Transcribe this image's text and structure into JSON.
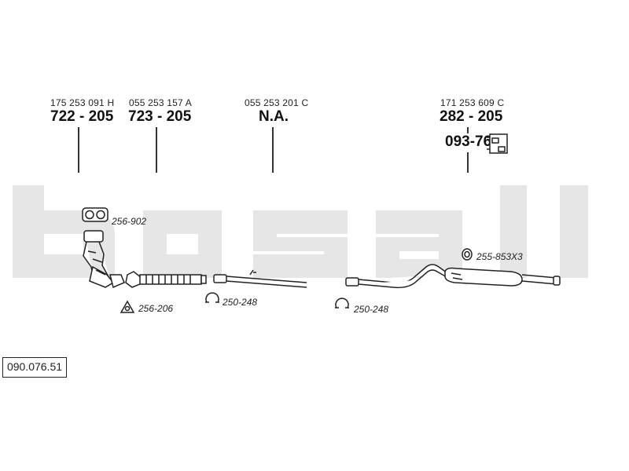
{
  "watermark": {
    "text": "bosal",
    "color": "#e6e6e6"
  },
  "parts": [
    {
      "oem": "175 253 091 H",
      "number": "722 - 205"
    },
    {
      "oem": "055 253 157 A",
      "number": "723 - 205"
    },
    {
      "oem": "055 253 201 C",
      "number": "N.A."
    },
    {
      "oem": "171 253 609 C",
      "number": "282 - 205"
    }
  ],
  "mount_part": {
    "number": "093-765",
    "icon": "rubber-mount-icon"
  },
  "accessories": [
    {
      "code": "256-902",
      "icon": "gasket-icon"
    },
    {
      "code": "256-206",
      "icon": "triangle-gasket-icon"
    },
    {
      "code": "250-248",
      "icon": "clamp-icon"
    },
    {
      "code": "250-248",
      "icon": "clamp-icon"
    },
    {
      "code": "255-853X3",
      "icon": "ring-icon"
    }
  ],
  "document_number": "090.076.51"
}
